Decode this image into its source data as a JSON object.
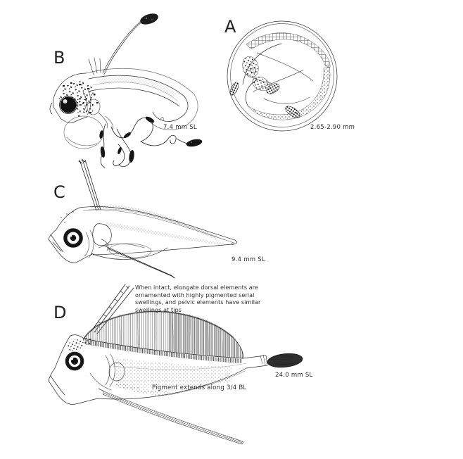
{
  "figure": {
    "colors": {
      "ink": "#1f1f1f",
      "paper": "#ffffff",
      "caption": "#2b2b2b",
      "pigment": "#161616"
    },
    "panels": {
      "A": {
        "letter": "A",
        "caption": "2.65-2.90 mm"
      },
      "B": {
        "letter": "B",
        "caption": "7.4 mm SL"
      },
      "C": {
        "letter": "C",
        "caption": "9.4 mm SL"
      },
      "D": {
        "letter": "D",
        "caption": "24.0 mm SL",
        "note": "Pigment extends along 3/4 BL",
        "annotation_lines": [
          "When intact, elongate dorsal elements are",
          "ornamented with highly pigmented serial",
          "swellings, and pelvic elements have similar",
          "swellings at tips"
        ]
      }
    }
  }
}
